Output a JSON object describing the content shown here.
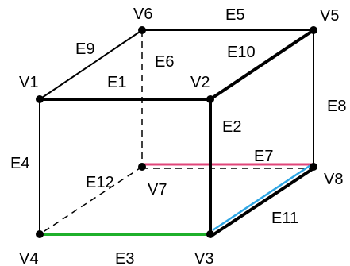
{
  "colors": {
    "edge_default": "#000000",
    "vertex_fill": "#000000",
    "highlight_e3": "#1fb02b",
    "highlight_e7": "#e0457a",
    "highlight_e11": "#2fa6e4"
  },
  "vertices": {
    "v1": "V1",
    "v2": "V2",
    "v3": "V3",
    "v4": "V4",
    "v5": "V5",
    "v6": "V6",
    "v7": "V7",
    "v8": "V8"
  },
  "edges": {
    "e1": "E1",
    "e2": "E2",
    "e3": "E3",
    "e4": "E4",
    "e5": "E5",
    "e6": "E6",
    "e7": "E7",
    "e8": "E8",
    "e9": "E9",
    "e10": "E10",
    "e11": "E11",
    "e12": "E12"
  }
}
